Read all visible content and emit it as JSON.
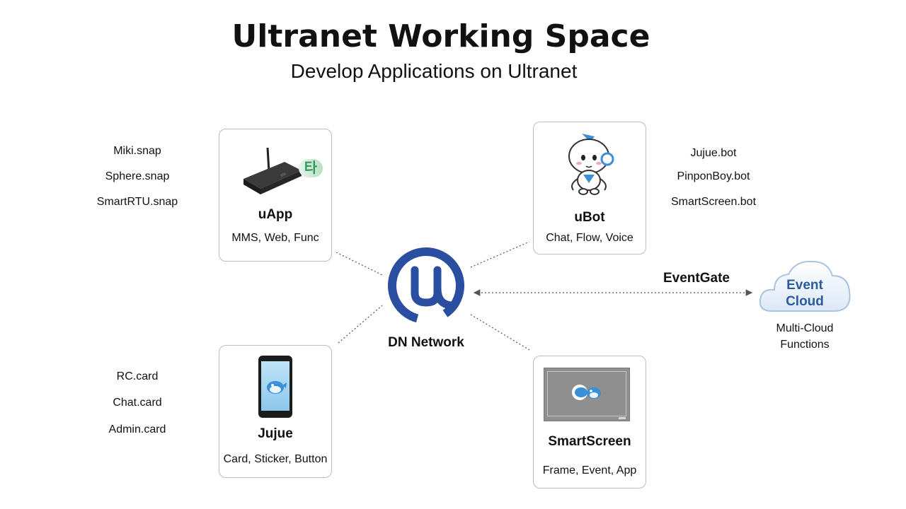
{
  "title": "Ultranet Working Space",
  "subtitle": "Develop Applications on Ultranet",
  "center": {
    "label": "DN Network",
    "logo_glyph": "@",
    "color": "#2a4fa0"
  },
  "cards": {
    "uapp": {
      "title": "uApp",
      "subtitle": "MMS, Web, Func",
      "badge": "타"
    },
    "ubot": {
      "title": "uBot",
      "subtitle": "Chat, Flow, Voice"
    },
    "jujue": {
      "title": "Jujue",
      "subtitle": "Card, Sticker, Button"
    },
    "smartscreen": {
      "title": "SmartScreen",
      "subtitle": "Frame, Event, App"
    }
  },
  "lists": {
    "snaps": [
      "Miki.snap",
      "Sphere.snap",
      "SmartRTU.snap"
    ],
    "bots": [
      "Jujue.bot",
      "PinponBoy.bot",
      "SmartScreen.bot"
    ],
    "cardlist": [
      "RC.card",
      "Chat.card",
      "Admin.card"
    ]
  },
  "eventgate": {
    "label": "EventGate"
  },
  "cloud": {
    "title_line1": "Event",
    "title_line2": "Cloud",
    "caption_line1": "Multi-Cloud",
    "caption_line2": "Functions",
    "color": "#2a5aa0"
  },
  "colors": {
    "line": "#555555",
    "card_border": "#bdbdbd",
    "accent": "#2a4fa0",
    "mascot_blue": "#3a8fd6"
  }
}
